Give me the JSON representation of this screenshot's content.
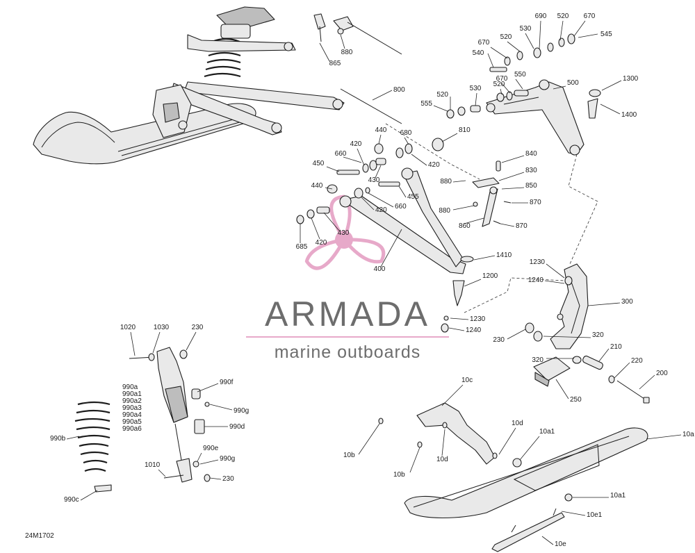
{
  "diagram_code": "24M1702",
  "watermark": {
    "brand": "ARMADA",
    "tagline": "marine outboards",
    "brand_color": "#6d6d6d",
    "accent_color": "#e7a9c9",
    "rule_color": "#e7a9c9"
  },
  "callouts": [
    {
      "id": "c690",
      "label": "690"
    },
    {
      "id": "c520a",
      "label": "520"
    },
    {
      "id": "c670a",
      "label": "670"
    },
    {
      "id": "c530a",
      "label": "530"
    },
    {
      "id": "c545",
      "label": "545"
    },
    {
      "id": "c520b",
      "label": "520"
    },
    {
      "id": "c670b",
      "label": "670"
    },
    {
      "id": "c540",
      "label": "540"
    },
    {
      "id": "c550",
      "label": "550"
    },
    {
      "id": "c800",
      "label": "800"
    },
    {
      "id": "c520c",
      "label": "520"
    },
    {
      "id": "c530b",
      "label": "530"
    },
    {
      "id": "c520d",
      "label": "520"
    },
    {
      "id": "c500",
      "label": "500"
    },
    {
      "id": "c1300",
      "label": "1300"
    },
    {
      "id": "c555",
      "label": "555"
    },
    {
      "id": "c670c",
      "label": "670"
    },
    {
      "id": "c1400",
      "label": "1400"
    },
    {
      "id": "c810",
      "label": "810"
    },
    {
      "id": "c880a",
      "label": "880"
    },
    {
      "id": "c865",
      "label": "865"
    },
    {
      "id": "c440a",
      "label": "440"
    },
    {
      "id": "c680",
      "label": "680"
    },
    {
      "id": "c420a",
      "label": "420"
    },
    {
      "id": "c660a",
      "label": "660"
    },
    {
      "id": "c420b",
      "label": "420"
    },
    {
      "id": "c840",
      "label": "840"
    },
    {
      "id": "c450",
      "label": "450"
    },
    {
      "id": "c430a",
      "label": "430"
    },
    {
      "id": "c830",
      "label": "830"
    },
    {
      "id": "c880b",
      "label": "880"
    },
    {
      "id": "c440b",
      "label": "440"
    },
    {
      "id": "c850",
      "label": "850"
    },
    {
      "id": "c455",
      "label": "455"
    },
    {
      "id": "c660b",
      "label": "660"
    },
    {
      "id": "c420c",
      "label": "420"
    },
    {
      "id": "c870a",
      "label": "870"
    },
    {
      "id": "c880c",
      "label": "880"
    },
    {
      "id": "c860",
      "label": "860"
    },
    {
      "id": "c870b",
      "label": "870"
    },
    {
      "id": "c430b",
      "label": "430"
    },
    {
      "id": "c420d",
      "label": "420"
    },
    {
      "id": "c685",
      "label": "685"
    },
    {
      "id": "c1410",
      "label": "1410"
    },
    {
      "id": "c400",
      "label": "400"
    },
    {
      "id": "c1230a",
      "label": "1230"
    },
    {
      "id": "c1240a",
      "label": "1240"
    },
    {
      "id": "c1200",
      "label": "1200"
    },
    {
      "id": "c300",
      "label": "300"
    },
    {
      "id": "c1230b",
      "label": "1230"
    },
    {
      "id": "c1240b",
      "label": "1240"
    },
    {
      "id": "c1020",
      "label": "1020"
    },
    {
      "id": "c1030",
      "label": "1030"
    },
    {
      "id": "c230a",
      "label": "230"
    },
    {
      "id": "c230b",
      "label": "230"
    },
    {
      "id": "c320a",
      "label": "320"
    },
    {
      "id": "c210",
      "label": "210"
    },
    {
      "id": "c320b",
      "label": "320"
    },
    {
      "id": "c220",
      "label": "220"
    },
    {
      "id": "c200",
      "label": "200"
    },
    {
      "id": "c250",
      "label": "250"
    },
    {
      "id": "c990a",
      "label": "990a"
    },
    {
      "id": "c990a1",
      "label": "990a1"
    },
    {
      "id": "c990a2",
      "label": "990a2"
    },
    {
      "id": "c990a3",
      "label": "990a3"
    },
    {
      "id": "c990a4",
      "label": "990a4"
    },
    {
      "id": "c990a5",
      "label": "990a5"
    },
    {
      "id": "c990a6",
      "label": "990a6"
    },
    {
      "id": "c990f",
      "label": "990f"
    },
    {
      "id": "c990g",
      "label": "990g"
    },
    {
      "id": "c990d",
      "label": "990d"
    },
    {
      "id": "c990b",
      "label": "990b"
    },
    {
      "id": "c990e",
      "label": "990e"
    },
    {
      "id": "c990g2",
      "label": "990g"
    },
    {
      "id": "c1010",
      "label": "1010"
    },
    {
      "id": "c230c",
      "label": "230"
    },
    {
      "id": "c990c",
      "label": "990c"
    },
    {
      "id": "c10c",
      "label": "10c"
    },
    {
      "id": "c10d",
      "label": "10d"
    },
    {
      "id": "c10a1",
      "label": "10a1"
    },
    {
      "id": "c10a",
      "label": "10a"
    },
    {
      "id": "c10b",
      "label": "10b"
    },
    {
      "id": "c10d2",
      "label": "10d"
    },
    {
      "id": "c10b2",
      "label": "10b"
    },
    {
      "id": "c10a1b",
      "label": "10a1"
    },
    {
      "id": "c10e1",
      "label": "10e1"
    },
    {
      "id": "c10e",
      "label": "10e"
    }
  ]
}
